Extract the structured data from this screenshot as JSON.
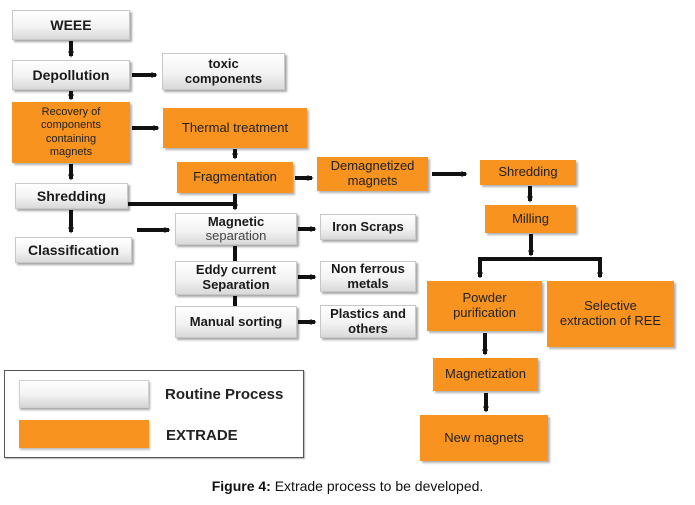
{
  "figure": {
    "caption_label": "Figure 4:",
    "caption_text": " Extrade process to be developed."
  },
  "colors": {
    "extrade_orange": "#F7931E",
    "routine_gray": "#e6e6e6"
  },
  "nodes": {
    "weee": {
      "lines": [
        "WEEE"
      ],
      "type": "routine"
    },
    "depollution": {
      "lines": [
        "Depollution"
      ],
      "type": "routine"
    },
    "toxic": {
      "lines": [
        "toxic",
        "components"
      ],
      "type": "routine"
    },
    "recovery": {
      "lines": [
        "Recovery of",
        "components",
        "containing",
        "magnets"
      ],
      "type": "extrade"
    },
    "thermal": {
      "lines": [
        "Thermal treatment"
      ],
      "type": "extrade"
    },
    "fragmentation": {
      "lines": [
        "Fragmentation"
      ],
      "type": "extrade"
    },
    "demagnetized": {
      "lines": [
        "Demagnetized",
        "magnets"
      ],
      "type": "extrade"
    },
    "shredding_left": {
      "lines": [
        "Shredding"
      ],
      "type": "routine"
    },
    "classification": {
      "lines": [
        "Classification"
      ],
      "type": "routine"
    },
    "magnetic_sep": {
      "lines": [
        "Magnetic",
        "separation"
      ],
      "type": "routine"
    },
    "iron": {
      "lines": [
        "Iron Scraps"
      ],
      "type": "routine"
    },
    "eddy": {
      "lines": [
        "Eddy current",
        "Separation"
      ],
      "type": "routine"
    },
    "nonferrous": {
      "lines": [
        "Non ferrous",
        "metals"
      ],
      "type": "routine"
    },
    "manual": {
      "lines": [
        "Manual sorting"
      ],
      "type": "routine"
    },
    "plastics": {
      "lines": [
        "Plastics and",
        "others"
      ],
      "type": "routine"
    },
    "shredding_right": {
      "lines": [
        "Shredding"
      ],
      "type": "extrade"
    },
    "milling": {
      "lines": [
        "Milling"
      ],
      "type": "extrade"
    },
    "powder": {
      "lines": [
        "Powder",
        "purification"
      ],
      "type": "extrade"
    },
    "selective": {
      "lines": [
        "Selective",
        "extraction of REE"
      ],
      "type": "extrade"
    },
    "magnetization": {
      "lines": [
        "Magnetization"
      ],
      "type": "extrade"
    },
    "new_magnets": {
      "lines": [
        "New magnets"
      ],
      "type": "extrade"
    }
  },
  "edges": [
    [
      "weee",
      "depollution"
    ],
    [
      "depollution",
      "toxic"
    ],
    [
      "depollution",
      "recovery"
    ],
    [
      "recovery",
      "thermal"
    ],
    [
      "recovery",
      "shredding_left"
    ],
    [
      "thermal",
      "fragmentation"
    ],
    [
      "fragmentation",
      "demagnetized"
    ],
    [
      "fragmentation",
      "magnetic_sep"
    ],
    [
      "shredding_left",
      "magnetic_sep"
    ],
    [
      "shredding_left",
      "classification"
    ],
    [
      "classification",
      "magnetic_sep"
    ],
    [
      "magnetic_sep",
      "iron"
    ],
    [
      "magnetic_sep",
      "eddy"
    ],
    [
      "eddy",
      "nonferrous"
    ],
    [
      "eddy",
      "manual"
    ],
    [
      "manual",
      "plastics"
    ],
    [
      "demagnetized",
      "shredding_right"
    ],
    [
      "shredding_right",
      "milling"
    ],
    [
      "milling",
      "powder"
    ],
    [
      "milling",
      "selective"
    ],
    [
      "powder",
      "magnetization"
    ],
    [
      "magnetization",
      "new_magnets"
    ]
  ],
  "legend": {
    "items": [
      {
        "label": "Routine Process",
        "type": "routine"
      },
      {
        "label": "EXTRADE",
        "type": "extrade"
      }
    ]
  }
}
